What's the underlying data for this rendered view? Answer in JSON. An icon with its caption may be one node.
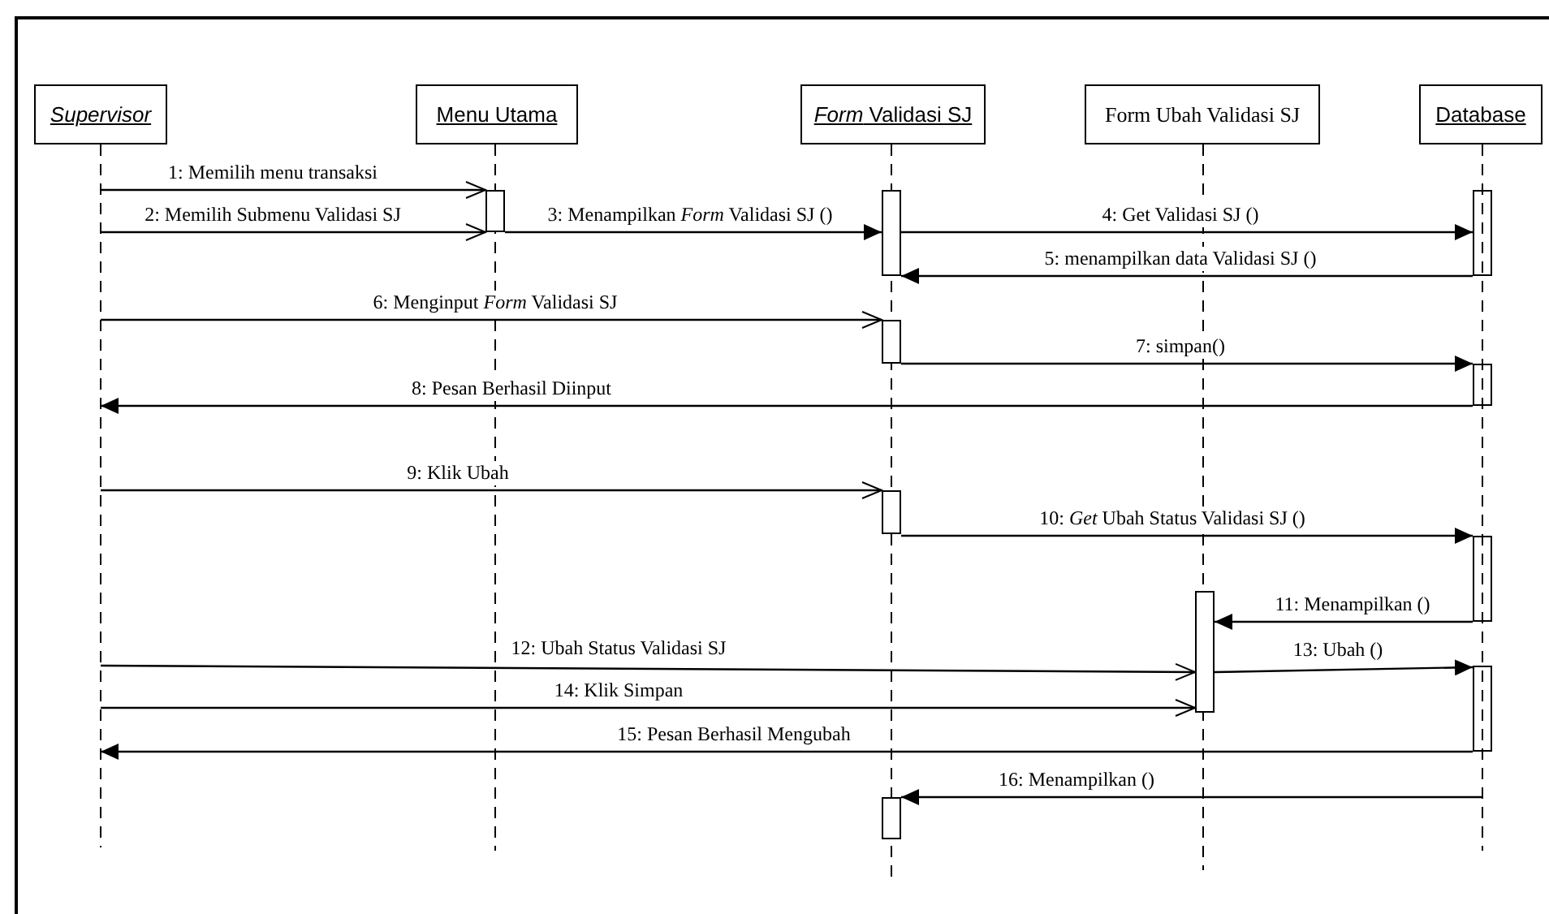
{
  "diagram": {
    "nodes": [
      {
        "text": [
          "Supervisor"
        ]
      },
      {
        "text": [
          "Menu Utama"
        ]
      },
      {
        "text": [
          "*Form* Validasi SJ"
        ]
      },
      {
        "text": [
          "Form Ubah Validasi SJ"
        ]
      },
      {
        "text": [
          "Database"
        ]
      },
      {
        "text": [],
        "shape": "bar"
      },
      {
        "text": [],
        "shape": "bar"
      },
      {
        "text": [],
        "shape": "bar"
      },
      {
        "text": [],
        "shape": "bar"
      },
      {
        "text": [],
        "shape": "bar"
      },
      {
        "text": [],
        "shape": "bar"
      },
      {
        "text": [],
        "shape": "bar"
      },
      {
        "text": [],
        "shape": "bar"
      },
      {
        "text": [],
        "shape": "bar"
      },
      {
        "text": [],
        "shape": "bar"
      },
      {
        "text": [],
        "shape": "line"
      },
      {
        "text": [],
        "shape": "line"
      }
    ],
    "edges": [
      {
        "from": 15,
        "to": 5,
        "arrow": "to",
        "label": "1: Memilih menu transaksi"
      },
      {
        "from": 15,
        "to": 5,
        "arrow": "to",
        "label": "2: Memilih Submenu Validasi SJ"
      },
      {
        "from": 5,
        "to": 6,
        "arrow": "to",
        "label": "3: Menampilkan *Form* Validasi SJ ()"
      },
      {
        "from": 6,
        "to": 7,
        "arrow": "to",
        "label": "4: Get Validasi SJ ()"
      },
      {
        "from": 7,
        "to": 6,
        "arrow": "to",
        "label": "5: menampilkan data Validasi SJ ()"
      },
      {
        "from": 15,
        "to": 8,
        "arrow": "to",
        "label": "6: Menginput *Form* Validasi SJ"
      },
      {
        "from": 8,
        "to": 9,
        "arrow": "to",
        "label": "7: simpan()"
      },
      {
        "from": 9,
        "to": 15,
        "arrow": "to",
        "label": "8: Pesan Berhasil Diinput"
      },
      {
        "from": 15,
        "to": 10,
        "arrow": "to",
        "label": "9: Klik Ubah"
      },
      {
        "from": 10,
        "to": 11,
        "arrow": "to",
        "label": "10: *Get* Ubah Status Validasi SJ ()"
      },
      {
        "from": 11,
        "to": 12,
        "arrow": "to",
        "label": "11: Menampilkan ()"
      },
      {
        "from": 15,
        "to": 12,
        "arrow": "to",
        "label": "12: Ubah Status Validasi SJ"
      },
      {
        "from": 12,
        "to": 13,
        "arrow": "to",
        "label": "13: Ubah ()"
      },
      {
        "from": 15,
        "to": 12,
        "arrow": "to",
        "label": "14: Klik Simpan"
      },
      {
        "from": 13,
        "to": 15,
        "arrow": "to",
        "label": "15: Pesan Berhasil Mengubah"
      },
      {
        "from": 16,
        "to": 14,
        "arrow": "to",
        "label": "16: Menampilkan ()"
      }
    ]
  }
}
